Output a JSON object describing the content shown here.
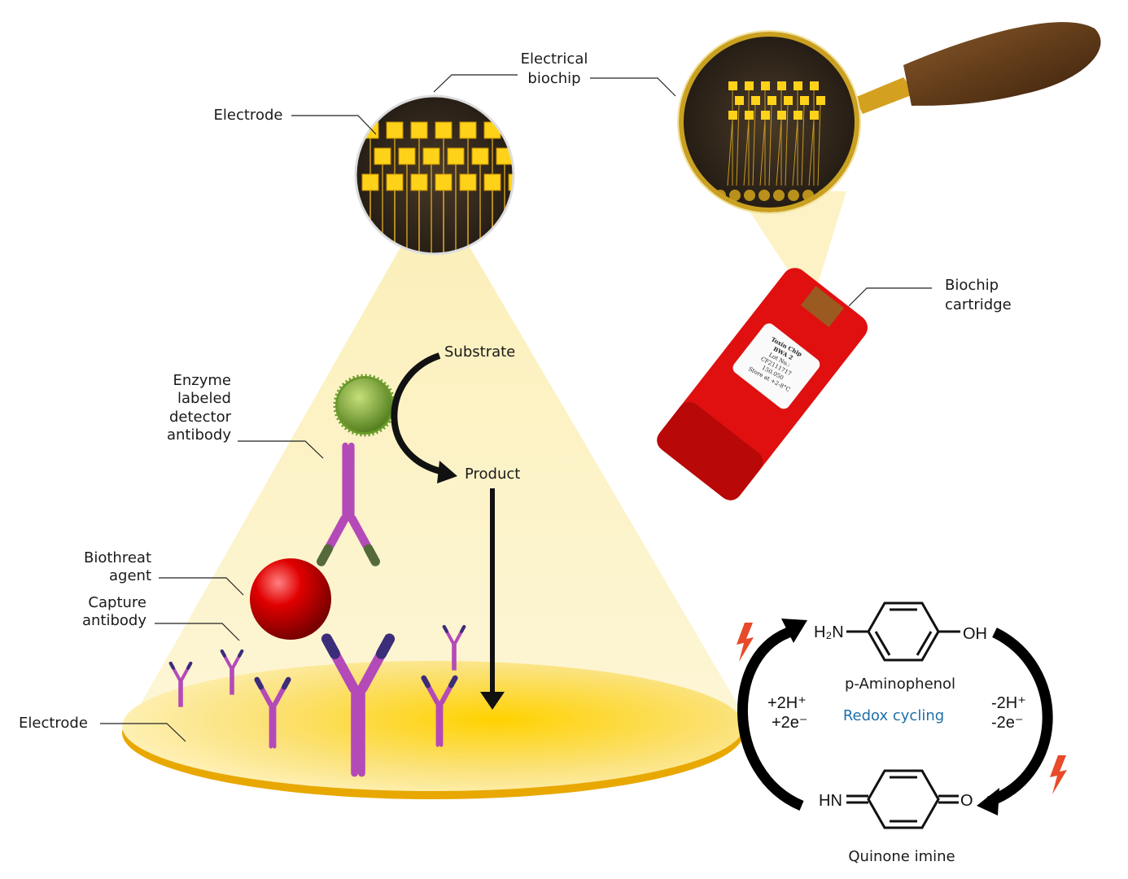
{
  "labels": {
    "electrical_biochip": [
      "Electrical",
      "biochip"
    ],
    "electrode_top": "Electrode",
    "biochip_cartridge": [
      "Biochip",
      "cartridge"
    ],
    "enzyme_antibody": [
      "Enzyme",
      "labeled",
      "detector",
      "antibody"
    ],
    "substrate": "Substrate",
    "product": "Product",
    "biothreat_agent": [
      "Biothreat",
      "agent"
    ],
    "capture_antibody": [
      "Capture",
      "antibody"
    ],
    "electrode_bottom": "Electrode"
  },
  "cartridge_label": [
    "Toxin Chip",
    "BWA 2",
    "Lot No.:",
    "CF2111717",
    "150.050",
    "Store at +2-8°C"
  ],
  "chemistry": {
    "amine_group": "H₂N",
    "hydroxyl_group": "OH",
    "top_compound": "p-Aminophenol",
    "center_label": "Redox cycling",
    "left_reaction": [
      "+2H⁺",
      "+2e⁻"
    ],
    "right_reaction": [
      "-2H⁺",
      "-2e⁻"
    ],
    "imine_group": "HN",
    "oxo_group": "O",
    "bottom_compound": "Quinone imine"
  },
  "colors": {
    "antibody": "#b44ab8",
    "antibody_tip": "#3b2d7a",
    "electrode_gold": "#f6c400",
    "biothreat": "#d40000",
    "enzyme": "#6a9a2a",
    "cartridge": "#e01010",
    "redox_text": "#1f6fa8",
    "spark": "#e84a2a"
  }
}
